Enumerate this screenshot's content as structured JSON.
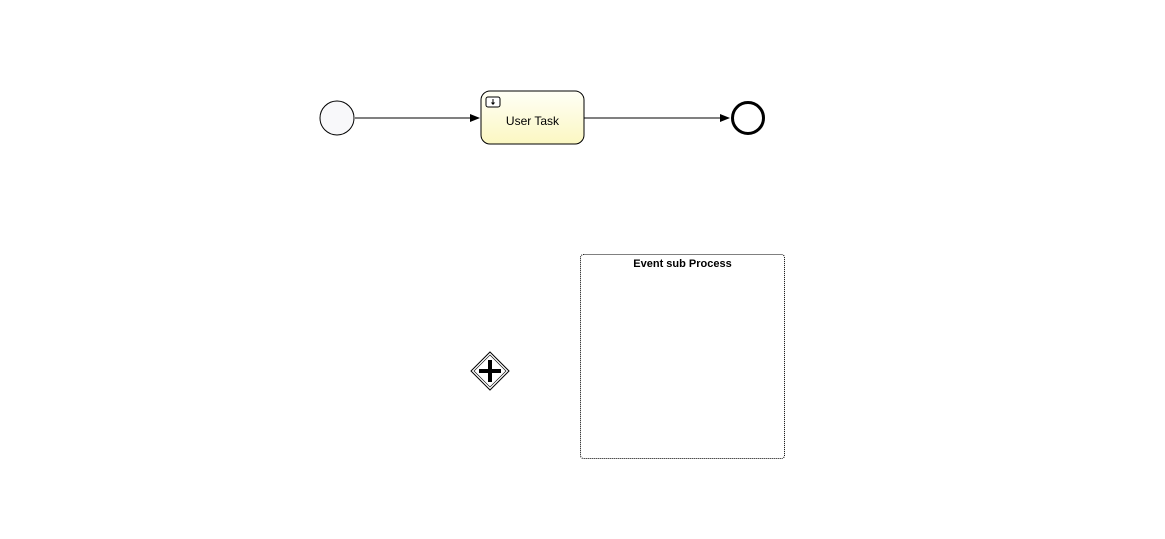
{
  "diagram": {
    "user_task": {
      "label": "User Task",
      "fill_top": "#fffff4",
      "fill_bottom": "#fcf8c4",
      "icon": "user-task-icon"
    },
    "event_subprocess": {
      "label": "Event sub Process",
      "border_style": "dotted"
    },
    "parallel_gateway": {
      "icon": "plus-icon"
    },
    "start_event": {
      "fill": "#f8f8fa"
    },
    "end_event": {
      "fill": "#ffffff"
    },
    "colors": {
      "stroke": "#000000",
      "background": "#ffffff"
    }
  }
}
